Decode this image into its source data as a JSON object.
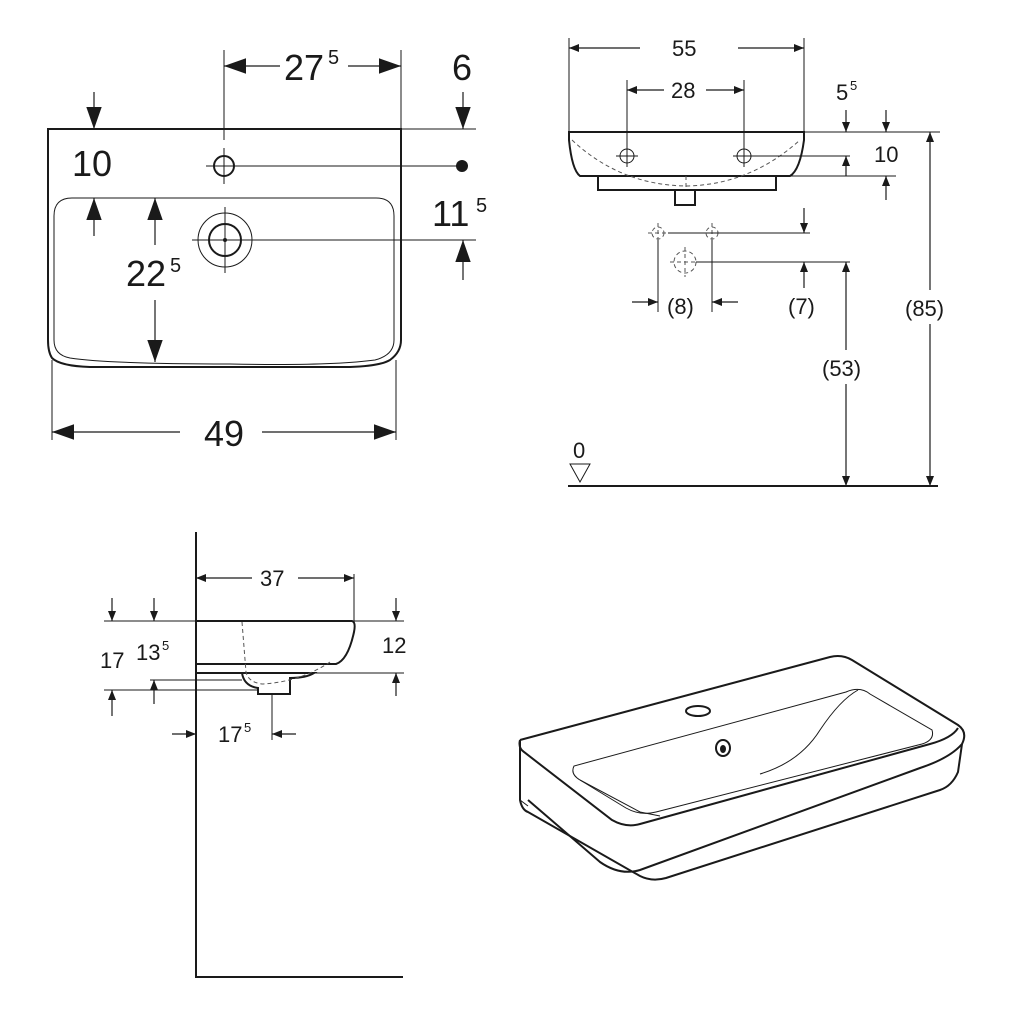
{
  "top_view": {
    "width": "49",
    "tap_offset_main": "27",
    "tap_offset_sup": "5",
    "rim_right": "6",
    "tap_from_back": "10",
    "overflow_main": "11",
    "overflow_sup": "5",
    "bowl_depth_main": "22",
    "bowl_depth_sup": "5"
  },
  "front_view": {
    "width": "55",
    "holes_spacing": "28",
    "top_offset_main": "5",
    "top_offset_sup": "5",
    "rim_height": "10",
    "supply_spacing": "(8)",
    "supply_drop": "(7)",
    "waste_height": "(53)",
    "total_height": "(85)",
    "floor_level": "0"
  },
  "side_view": {
    "depth": "37",
    "height_total": "17",
    "height_inner_main": "13",
    "height_inner_sup": "5",
    "rim_thickness": "12",
    "waste_offset_main": "17",
    "waste_offset_sup": "5"
  }
}
